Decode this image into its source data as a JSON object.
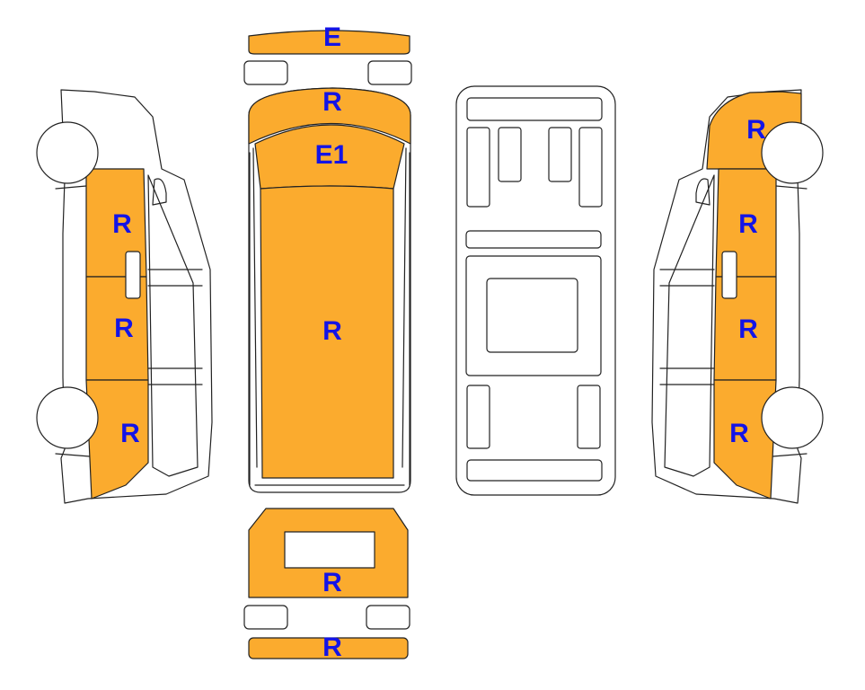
{
  "colors": {
    "highlight": "#fbab2e",
    "label": "#1414e6",
    "outline": "#222222",
    "background": "#ffffff"
  },
  "labels": {
    "front_bumper": "E",
    "hood": "R",
    "windshield": "E1",
    "roof": "R",
    "rear_door": "R",
    "rear_bumper": "R",
    "left_front_fender": "R",
    "left_front_door": "R",
    "left_sliding_door": "R",
    "left_rear_quarter": "R",
    "right_front_fender": "R",
    "right_front_door": "R",
    "right_sliding_door": "R",
    "right_rear_quarter": "R"
  }
}
